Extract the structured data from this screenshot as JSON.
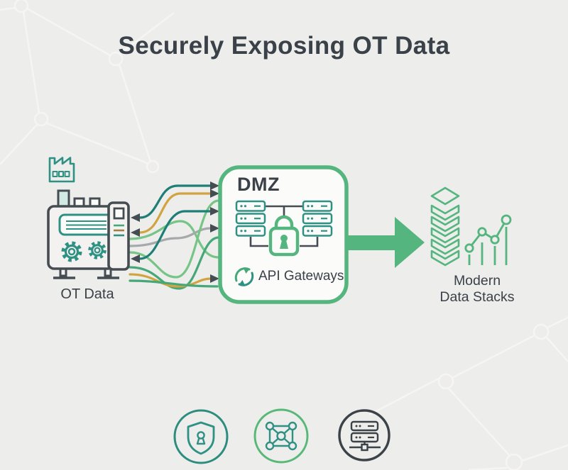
{
  "title": "Securely Exposing OT Data",
  "diagram": {
    "source": {
      "label": "OT Data",
      "icons": [
        "factory-icon",
        "ot-machine-icon",
        "gear-icon"
      ]
    },
    "flows": {
      "description_colors": [
        "dark-teal",
        "gold",
        "light-green",
        "gray",
        "medium-green"
      ],
      "left_arrow_count": 3,
      "right_arrow_count": 5
    },
    "dmz": {
      "title": "DMZ",
      "gateway_label": "API Gateways",
      "icons": [
        "server-rack-icon",
        "lock-icon",
        "sync-arrows-icon"
      ]
    },
    "flow_arrow": {
      "icon": "arrow-right-icon",
      "direction": "right"
    },
    "destination": {
      "label_line1": "Modern",
      "label_line2": "Data Stacks",
      "icons": [
        "layer-stack-icon",
        "line-chart-icon"
      ]
    }
  },
  "footer_badges": [
    {
      "icon": "shield-keyhole-icon",
      "ring_color": "#2c8d7e"
    },
    {
      "icon": "network-mesh-icon",
      "ring_color": "#58b878"
    },
    {
      "icon": "server-icon",
      "ring_color": "#3b4248"
    }
  ],
  "colors": {
    "background": "#ededeb",
    "pattern": "#f6f5f3",
    "text_dark": "#3a4148",
    "outline_dark": "#454c52",
    "teal": "#2f9184",
    "dark_teal": "#1f7e76",
    "green": "#55b57e",
    "light_green": "#77c487",
    "medium_green": "#46a878",
    "gold": "#d1a43f",
    "gray_line": "#a6a9ac",
    "dark_badge": "#3b4248",
    "box_fill": "#fbfbfa",
    "machine_fill": "#f3f2f0",
    "chimney_fill": "#d2e9e3"
  }
}
